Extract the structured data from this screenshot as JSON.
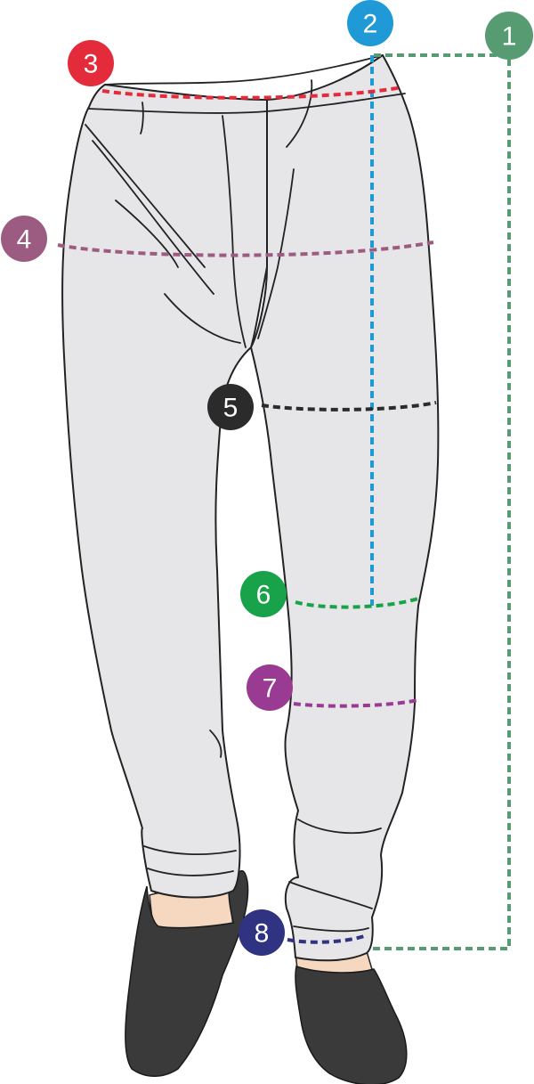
{
  "measurements": [
    {
      "id": "1",
      "color": "#579b72"
    },
    {
      "id": "2",
      "color": "#1f9ad6"
    },
    {
      "id": "3",
      "color": "#e32b3b"
    },
    {
      "id": "4",
      "color": "#9c5c82"
    },
    {
      "id": "5",
      "color": "#2b2b2b"
    },
    {
      "id": "6",
      "color": "#18a24a"
    },
    {
      "id": "7",
      "color": "#993b92"
    },
    {
      "id": "8",
      "color": "#303282"
    }
  ],
  "colors": {
    "fabric": "#e6e6e8",
    "outline": "#222222",
    "shoe": "#3a3a3a",
    "skin": "#f6d7c0",
    "total_length_line": "#579b72",
    "inseam_line": "#1f9ad6",
    "waist_line": "#e32b3b",
    "hip_line": "#9c5c82",
    "thigh_line": "#2b2b2b",
    "knee_line": "#18a24a",
    "calf_line": "#993b92",
    "hem_line": "#303282"
  }
}
